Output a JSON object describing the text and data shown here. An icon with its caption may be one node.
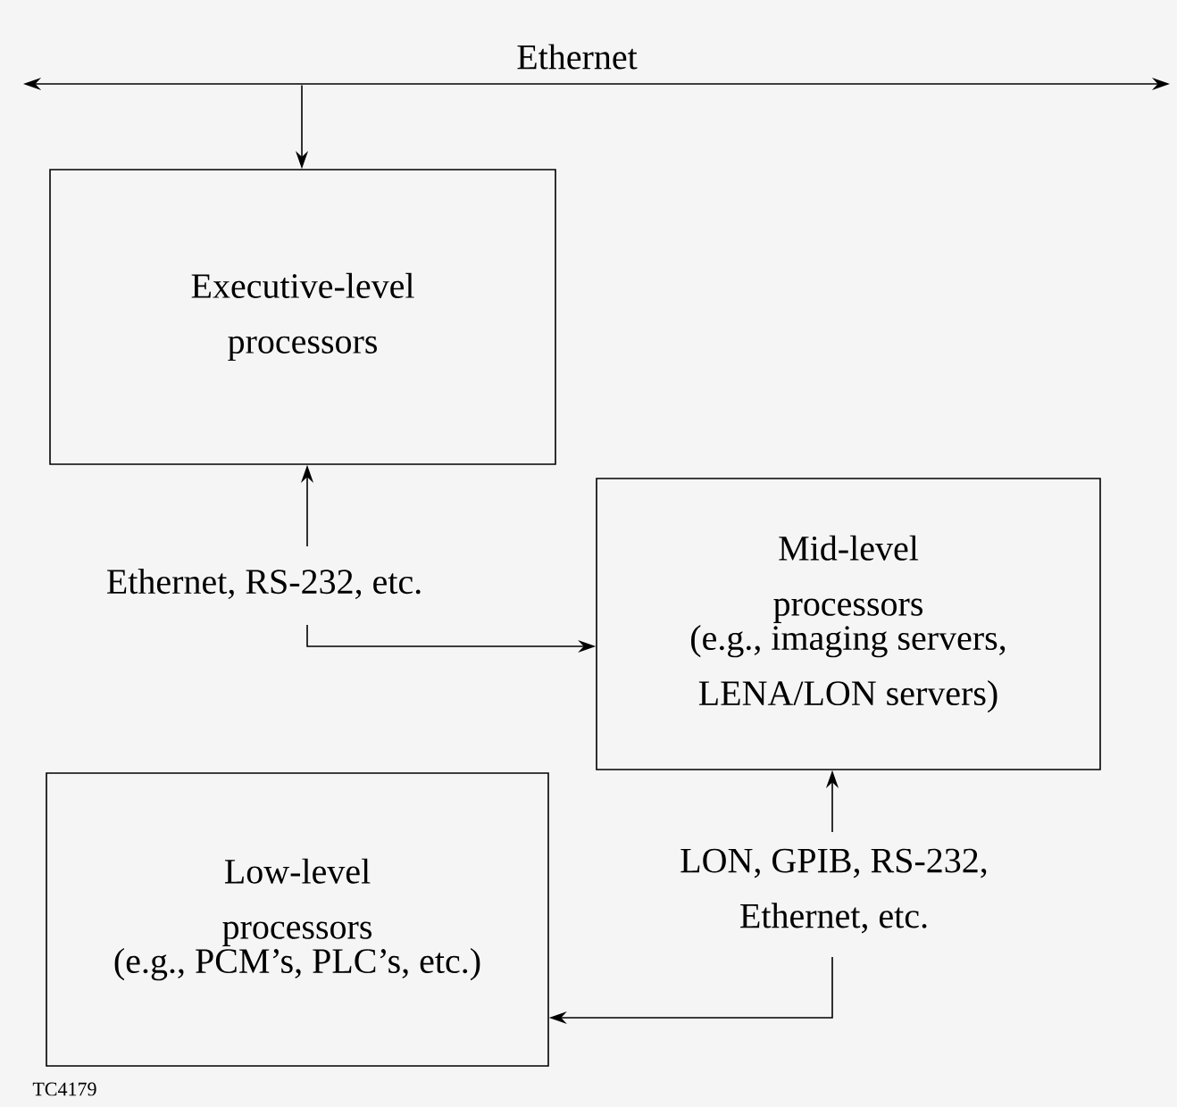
{
  "diagram": {
    "nodes": [
      {
        "text": [
          "Ethernet"
        ]
      },
      {
        "text": [
          "Executive-level processors"
        ]
      },
      {
        "text": [
          "Ethernet, RS-232, etc."
        ]
      },
      {
        "text": [
          "Mid-level processors",
          "(e.g., imaging servers, LENA/LON servers)"
        ]
      },
      {
        "text": [
          "Low-level processors",
          "(e.g., PCM’s, PLC’s, etc.)"
        ]
      },
      {
        "text": [
          "LON, GPIB, RS-232, Ethernet, etc."
        ]
      }
    ],
    "edges": [
      {
        "from": 0,
        "to": 1,
        "arrow": "to"
      },
      {
        "from": 2,
        "to": 1,
        "arrow": "to"
      },
      {
        "from": 2,
        "to": 3,
        "arrow": "to"
      },
      {
        "from": 5,
        "to": 3,
        "arrow": "to"
      },
      {
        "from": 5,
        "to": 4,
        "arrow": "to"
      }
    ],
    "labels": [
      "TC4179"
    ]
  }
}
